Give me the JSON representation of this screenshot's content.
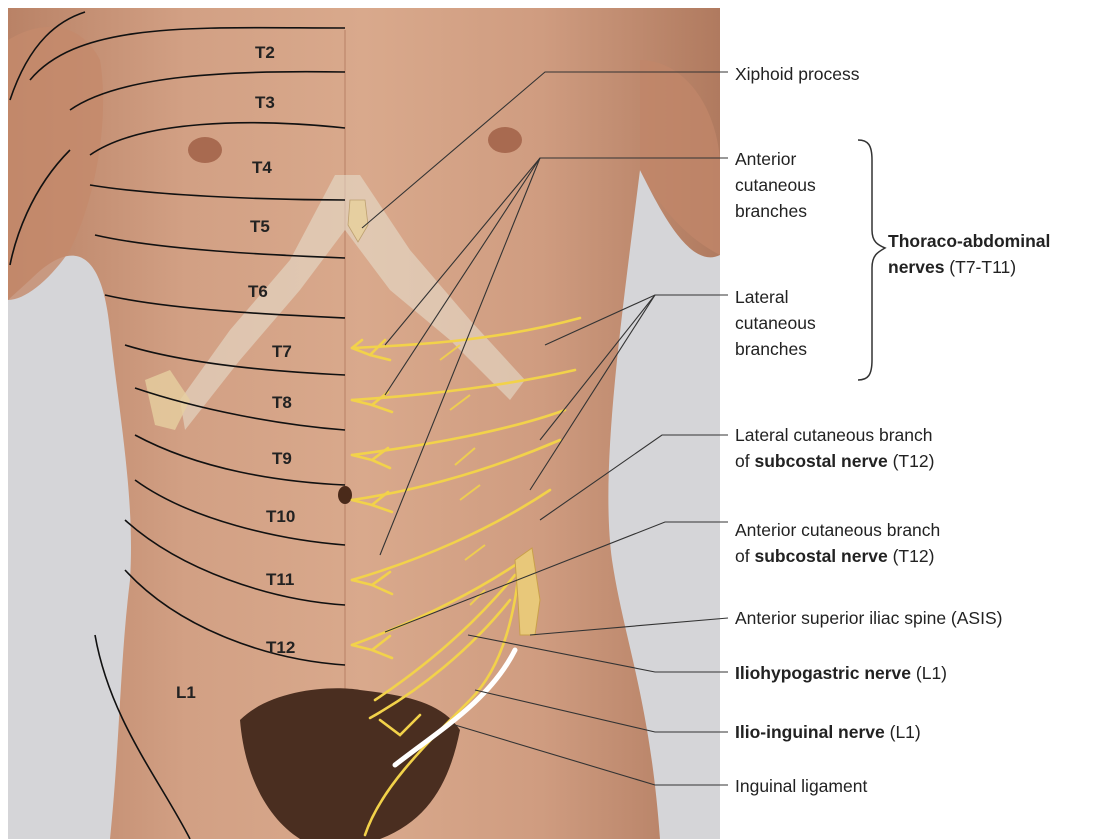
{
  "segments": [
    "T2",
    "T3",
    "T4",
    "T5",
    "T6",
    "T7",
    "T8",
    "T9",
    "T10",
    "T11",
    "T12",
    "L1"
  ],
  "labels": {
    "xiphoid": "Xiphoid process",
    "anterior_cut_1": "Anterior",
    "anterior_cut_2": "cutaneous",
    "anterior_cut_3": "branches",
    "lateral_cut_1": "Lateral",
    "lateral_cut_2": "cutaneous",
    "lateral_cut_3": "branches",
    "thoraco_bold_1": "Thoraco-abdominal",
    "thoraco_bold_2": "nerves",
    "thoraco_rest": " (T7-T11)",
    "lat_sub_1": "Lateral cutaneous branch",
    "lat_sub_2a": "of ",
    "lat_sub_2b": "subcostal nerve",
    "lat_sub_2c": " (T12)",
    "ant_sub_1": "Anterior cutaneous branch",
    "ant_sub_2a": "of ",
    "ant_sub_2b": "subcostal nerve",
    "ant_sub_2c": " (T12)",
    "asis": "Anterior superior iliac spine (ASIS)",
    "ilioh_b": "Iliohypogastric nerve",
    "ilioh_r": " (L1)",
    "ilioi_b": "Ilio-inguinal nerve",
    "ilioi_r": " (L1)",
    "inguinal": "Inguinal ligament"
  },
  "colors": {
    "skin": "#c9957a",
    "skin_light": "#dcae93",
    "background": "#d3d3d6",
    "nerve": "#f2d24a",
    "dermatome_line": "#111111",
    "bone": "#e8e0cc"
  }
}
